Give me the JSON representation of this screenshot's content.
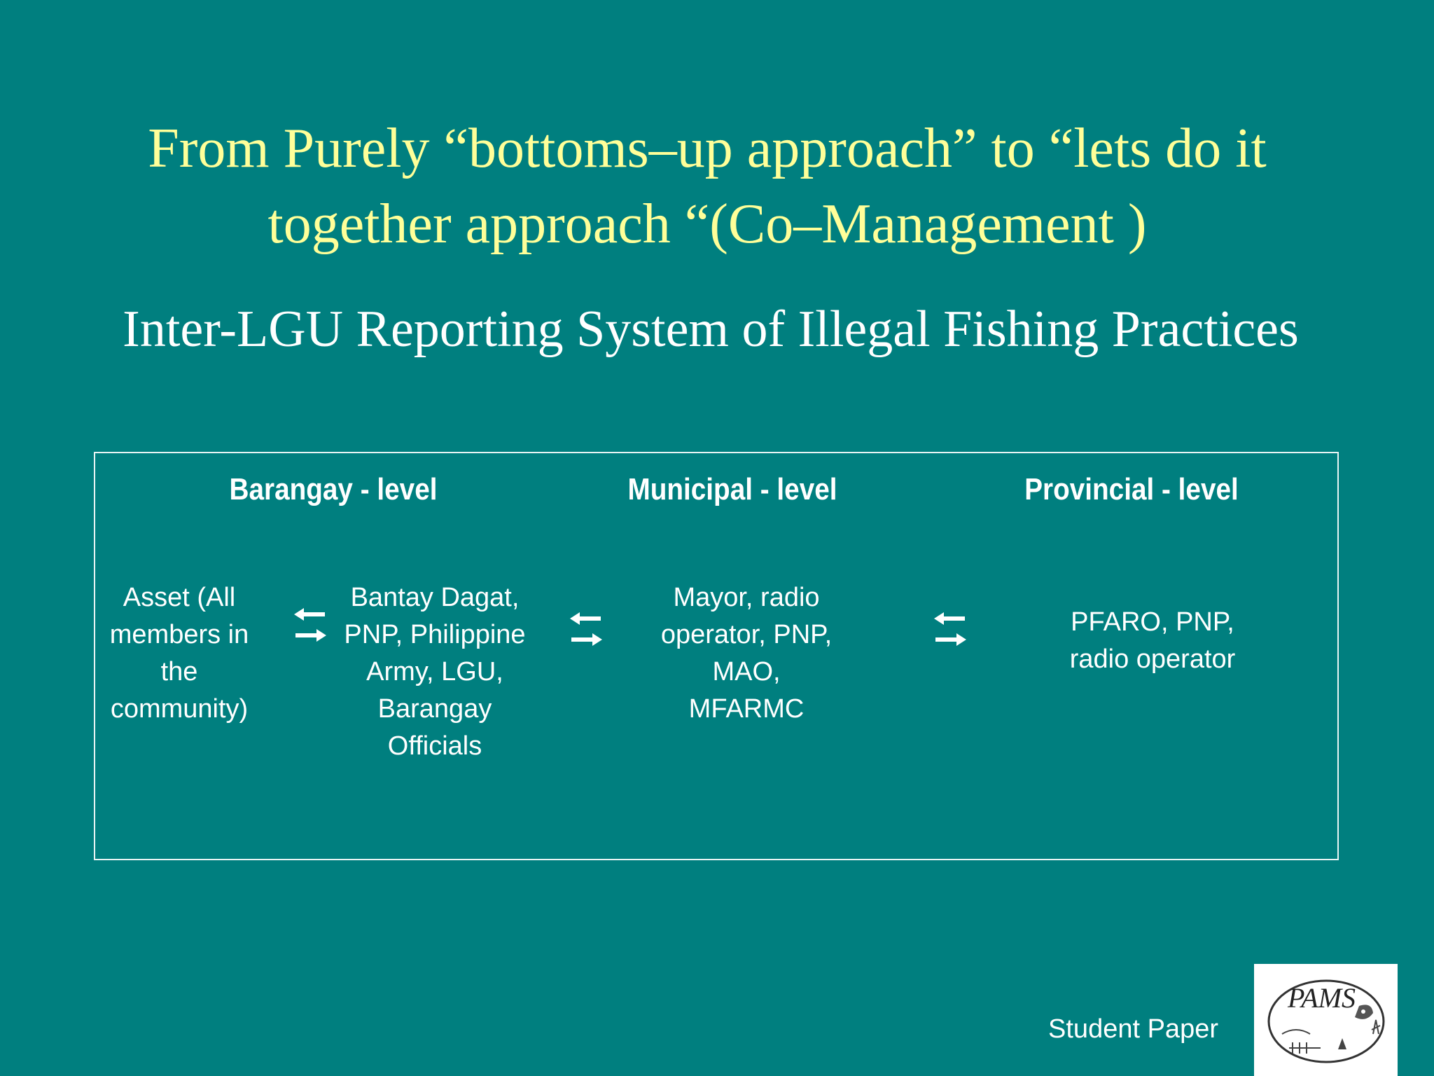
{
  "slide": {
    "title": "From Purely “bottoms–up approach” to “lets do it together approach “(Co–Management )",
    "subtitle": "Inter-LGU Reporting System of Illegal Fishing Practices"
  },
  "diagram": {
    "levels": [
      "Barangay - level",
      "Municipal - level",
      "Provincial - level"
    ],
    "nodes": [
      "Asset (All members in the community)",
      "Bantay Dagat, PNP, Philippine Army, LGU, Barangay Officials",
      "Mayor, radio operator, PNP, MAO, MFARMC",
      "PFARO, PNP, radio operator"
    ],
    "connector_icon": "bidirectional-arrows-icon"
  },
  "footer": {
    "label": "Student Paper",
    "logo_text": "PAMS",
    "logo_icon": "pams-logo"
  },
  "colors": {
    "background": "#007f7f",
    "title": "#ffff99",
    "text": "#ffffff"
  }
}
